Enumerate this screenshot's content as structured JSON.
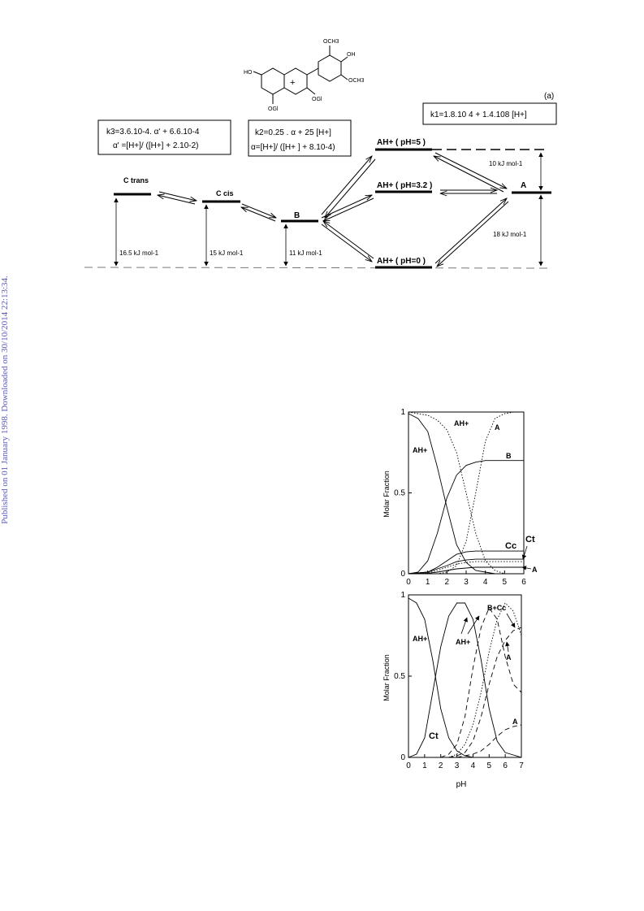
{
  "watermark": "Published on 01 January 1998. Downloaded on 30/10/2014 22:13:34.",
  "scheme": {
    "panel_label": "(a)",
    "k1_box": "k1=1.8.10 4 + 1.4.108 [H+]",
    "k3_box": {
      "line1": "k3=3.6.10-4. α' + 6.6.10-4",
      "line2": "α' =[H+]/ ([H+] + 2.10-2)"
    },
    "k2_box": {
      "line1": "k2=0.25 . α + 25 [H+]",
      "line2": "α=[H+]/ ([H+ ] + 8.10-4)"
    },
    "species": {
      "ctrans": "C trans",
      "ccis": "C cis",
      "b": "B",
      "ah_ph5": "AH+ ( pH=5 )",
      "ah_ph32": "AH+ ( pH=3.2 )",
      "ah_ph0": "AH+ ( pH=0 )",
      "a": "A"
    },
    "energies": {
      "ctrans": "16.5 kJ mol-1",
      "ccis": "15 kJ mol-1",
      "b": "11 kJ mol-1",
      "a_upper": "10 kJ mol-1",
      "a_lower": "18 kJ mol-1"
    },
    "molecule_labels": {
      "och3_top": "OCH3",
      "oh_right": "OH",
      "och3_right": "OCH3",
      "ho": "HO",
      "ogl_bottom": "OGl",
      "ogl_right": "OGl",
      "plus": "+"
    }
  },
  "chart_data": [
    {
      "type": "line",
      "xlabel": "",
      "ylabel": "Molar Fraction",
      "xlim": [
        0,
        6
      ],
      "ylim": [
        0,
        1
      ],
      "xticks": [
        "0",
        "1",
        "2",
        "3",
        "4",
        "5",
        "6"
      ],
      "yticks": [
        "0",
        "0.5",
        "1"
      ],
      "annotations": [
        "AH+",
        "AH+",
        "A",
        "B",
        "Cc",
        "Ct",
        "A"
      ],
      "series": [
        {
          "style": "solid",
          "x": [
            0,
            0.5,
            1,
            1.5,
            2,
            2.5,
            3,
            3.5,
            4,
            4.5,
            5,
            5.5,
            6
          ],
          "y": [
            0.99,
            0.96,
            0.88,
            0.66,
            0.41,
            0.18,
            0.07,
            0.02,
            0.01,
            0,
            0,
            0,
            0
          ]
        },
        {
          "style": "solid",
          "x": [
            0,
            0.5,
            1,
            1.5,
            2,
            2.5,
            3,
            3.5,
            4,
            5,
            6
          ],
          "y": [
            0,
            0.01,
            0.08,
            0.25,
            0.47,
            0.61,
            0.67,
            0.69,
            0.7,
            0.7,
            0.7
          ]
        },
        {
          "style": "dotted",
          "x": [
            0,
            1,
            1.5,
            2,
            2.5,
            3,
            3.5,
            4,
            4.5,
            5,
            6
          ],
          "y": [
            1,
            0.98,
            0.95,
            0.89,
            0.75,
            0.5,
            0.25,
            0.08,
            0.02,
            0,
            0
          ]
        },
        {
          "style": "dotted",
          "x": [
            0,
            1.5,
            2,
            2.5,
            3,
            3.5,
            4,
            4.5,
            5,
            5.5,
            6
          ],
          "y": [
            0,
            0,
            0.01,
            0.05,
            0.2,
            0.5,
            0.82,
            0.96,
            0.99,
            1,
            1
          ]
        },
        {
          "style": "solid",
          "x": [
            0,
            1,
            1.5,
            2,
            2.5,
            3,
            3.5,
            4,
            5,
            6
          ],
          "y": [
            0,
            0.01,
            0.04,
            0.08,
            0.12,
            0.135,
            0.14,
            0.14,
            0.14,
            0.14
          ]
        },
        {
          "style": "solid",
          "x": [
            0,
            1,
            1.5,
            2,
            2.5,
            3,
            3.5,
            4,
            5,
            6
          ],
          "y": [
            0,
            0.01,
            0.03,
            0.05,
            0.075,
            0.085,
            0.09,
            0.09,
            0.09,
            0.09
          ]
        },
        {
          "style": "dotted",
          "x": [
            0,
            1,
            1.5,
            2,
            2.5,
            3,
            3.5,
            4,
            5,
            6
          ],
          "y": [
            0,
            0.005,
            0.02,
            0.04,
            0.06,
            0.07,
            0.075,
            0.075,
            0.075,
            0.075
          ]
        },
        {
          "style": "solid",
          "x": [
            0,
            1,
            1.5,
            2,
            2.5,
            3,
            3.5,
            4,
            5,
            6
          ],
          "y": [
            0,
            0.003,
            0.01,
            0.02,
            0.03,
            0.035,
            0.04,
            0.04,
            0.04,
            0.04
          ]
        }
      ]
    },
    {
      "type": "line",
      "xlabel": "pH",
      "ylabel": "Molar Fraction",
      "xlim": [
        0,
        7
      ],
      "ylim": [
        0,
        1
      ],
      "xticks": [
        "0",
        "1",
        "2",
        "3",
        "4",
        "5",
        "6",
        "7"
      ],
      "yticks": [
        "0",
        "0.5",
        "1"
      ],
      "annotations": [
        "AH+",
        "Ct",
        "AH+",
        "B+Cc",
        "A",
        "A"
      ],
      "series": [
        {
          "style": "solid",
          "x": [
            0,
            0.5,
            1,
            1.5,
            2,
            2.5,
            3,
            3.5,
            4,
            4.5,
            5
          ],
          "y": [
            0.98,
            0.95,
            0.85,
            0.6,
            0.3,
            0.12,
            0.04,
            0.01,
            0,
            0,
            0
          ]
        },
        {
          "style": "solid",
          "x": [
            0,
            0.5,
            1,
            1.5,
            2,
            2.5,
            3,
            3.5,
            4,
            4.5,
            5,
            5.5,
            6,
            7
          ],
          "y": [
            0,
            0.02,
            0.12,
            0.4,
            0.68,
            0.87,
            0.95,
            0.95,
            0.85,
            0.6,
            0.3,
            0.1,
            0.03,
            0
          ]
        },
        {
          "style": "dashed",
          "x": [
            2,
            2.5,
            3,
            3.5,
            4,
            4.5,
            5,
            5.5,
            6,
            6.5,
            7
          ],
          "y": [
            0,
            0.02,
            0.08,
            0.25,
            0.55,
            0.8,
            0.92,
            0.85,
            0.62,
            0.45,
            0.4
          ]
        },
        {
          "style": "dashed",
          "x": [
            2.5,
            3,
            3.5,
            4,
            4.5,
            5,
            5.5,
            6,
            6.5,
            7
          ],
          "y": [
            0,
            0.01,
            0.03,
            0.1,
            0.25,
            0.45,
            0.62,
            0.72,
            0.78,
            0.8
          ]
        },
        {
          "style": "dotted",
          "x": [
            2.5,
            3,
            3.5,
            4,
            4.5,
            5,
            5.5,
            6,
            6.5,
            7
          ],
          "y": [
            0,
            0.02,
            0.08,
            0.2,
            0.4,
            0.65,
            0.85,
            0.95,
            0.9,
            0.75
          ]
        },
        {
          "style": "dashed",
          "x": [
            3,
            3.5,
            4,
            4.5,
            5,
            5.5,
            6,
            6.5,
            7
          ],
          "y": [
            0,
            0.01,
            0.02,
            0.04,
            0.08,
            0.13,
            0.17,
            0.19,
            0.2
          ]
        }
      ]
    }
  ]
}
